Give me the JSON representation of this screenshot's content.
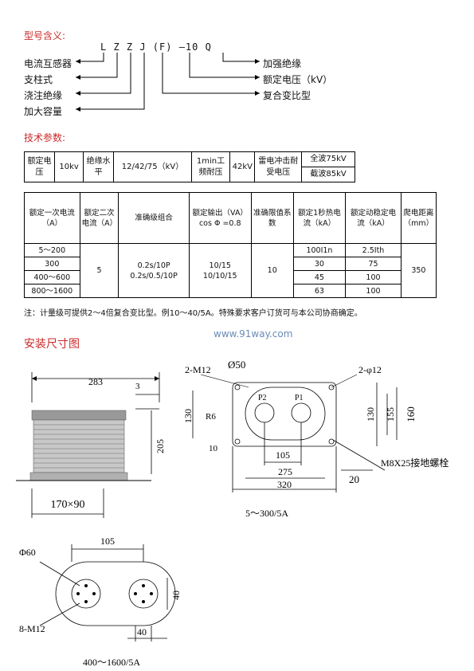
{
  "model": {
    "heading": "型号含义:",
    "code": "L Z Z J (F) —10  Q",
    "left_labels": [
      "电流互感器",
      "支柱式",
      "浇注绝缘",
      "加大容量"
    ],
    "right_labels": [
      "加强绝缘",
      "额定电压（kV）",
      "复合变比型"
    ]
  },
  "tech": {
    "heading": "技术参数:",
    "table1": {
      "c1": "额定电压",
      "c2": "10kv",
      "c3": "绝缘水平",
      "c4": "12/42/75（kV）",
      "c5": "1min工频耐压",
      "c6": "42kV",
      "c7": "雷电冲击耐受电压",
      "c8a": "全波75kV",
      "c8b": "截波85kV"
    },
    "table2": {
      "headers": [
        "额定一次电流（A）",
        "额定二次电流（A）",
        "准确级组合",
        "额定输出（VA）cos Φ =0.8",
        "准确限值系数",
        "额定1秒热电流（kA）",
        "额定动稳定电流（kA）",
        "爬电距离（mm）"
      ],
      "primary": [
        "5～200",
        "300",
        "400～600",
        "800～1600"
      ],
      "secondary": "5",
      "accuracy": [
        "0.2s/10P",
        "0.2s/0.5/10P"
      ],
      "output": [
        "10/15",
        "10/10/15"
      ],
      "limit_factor": "10",
      "thermal": [
        "100I1n",
        "30",
        "45",
        "63"
      ],
      "dynamic": [
        "2.5Ith",
        "75",
        "100",
        "100"
      ],
      "creepage": "350"
    },
    "note": "注：计量级可提供2～4倍复合变比型。例10～40/5A。特殊要求客户订货可与本公司协商确定。"
  },
  "install": {
    "heading": "安装尺寸图",
    "watermark": "www.91way.com",
    "dims_front": {
      "d283": "283",
      "d3": "3",
      "d205": "205",
      "base": "170×90"
    },
    "dims_top": {
      "m12": "2-M12",
      "d50": "Ø50",
      "phi12": "2-φ12",
      "p2": "P2",
      "p1": "P1",
      "d130a": "130",
      "r6": "R6",
      "d10": "10",
      "d105": "105",
      "d275": "275",
      "d320": "320",
      "d130b": "130",
      "d155": "155",
      "d160": "160",
      "d20": "20",
      "bolt": "M8X25接地螺栓",
      "caption": "5～300/5A"
    },
    "dims_bottom": {
      "d105": "105",
      "phi60": "Φ60",
      "d40a": "40",
      "m12": "8-M12",
      "d40b": "40",
      "caption": "400～1600/5A"
    }
  }
}
